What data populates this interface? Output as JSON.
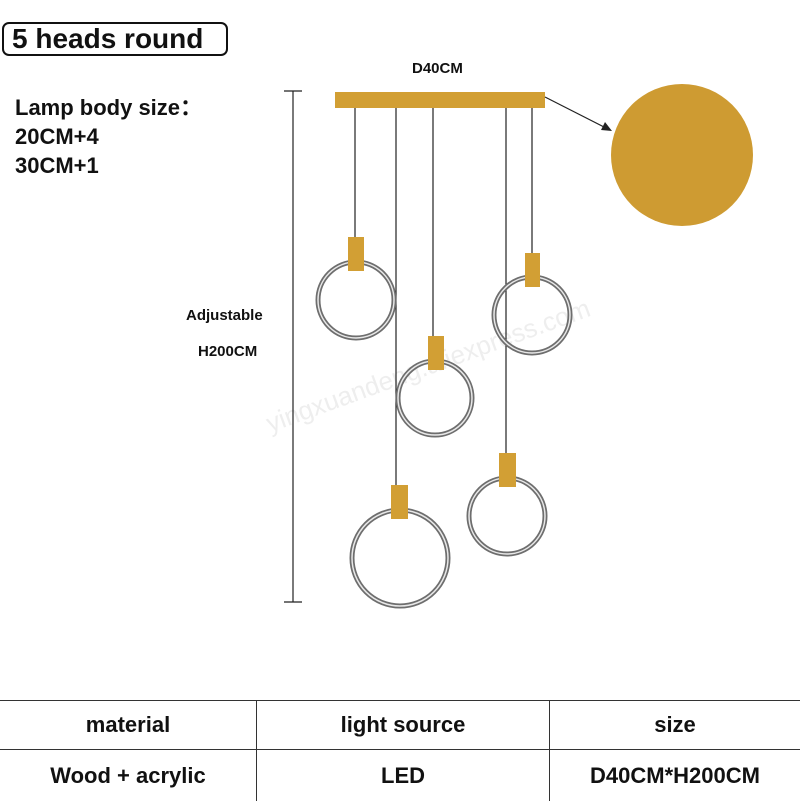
{
  "title": "5 heads round",
  "spec": {
    "label": "Lamp body size：",
    "lines": [
      "20CM+4",
      "30CM+1"
    ]
  },
  "dimensions": {
    "top_width": "D40CM",
    "adjustable": "Adjustable",
    "height": "H200CM"
  },
  "watermark": "yingxuandeng.aliexpress.com",
  "colors": {
    "gold": "#D29F34",
    "ring": "#6E6E6E",
    "line": "#222222"
  },
  "table": {
    "headers": [
      "material",
      "light source",
      "size"
    ],
    "values": [
      "Wood + acrylic",
      "LED",
      "D40CM*H200CM"
    ]
  }
}
